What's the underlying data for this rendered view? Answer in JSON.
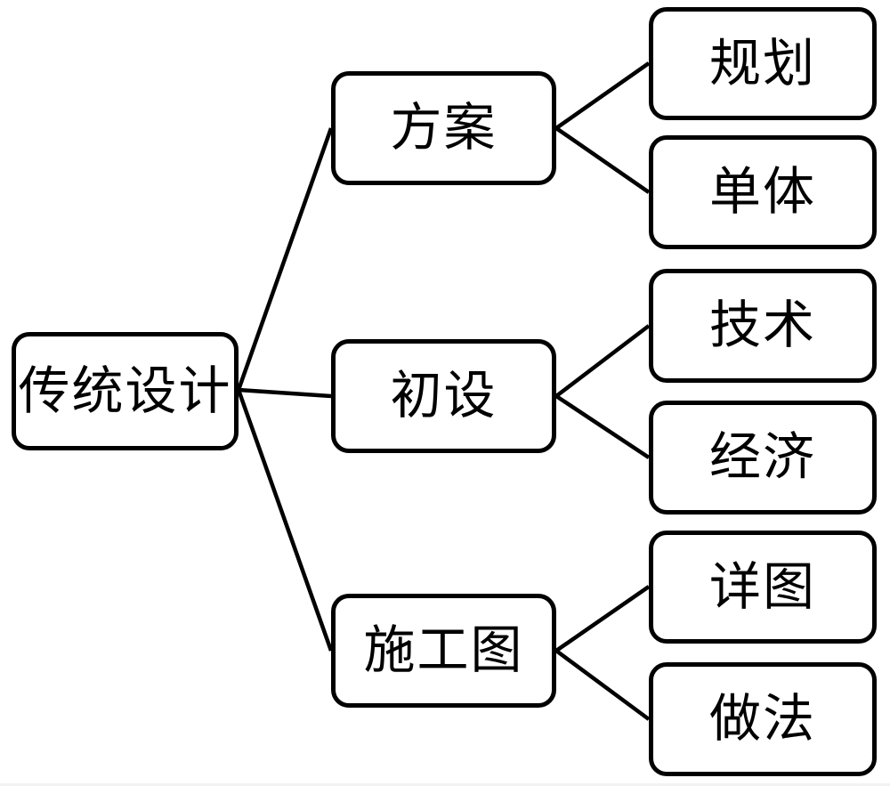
{
  "diagram": {
    "title": "traditional design workflow tree",
    "colors": {
      "background": "#ffffff",
      "line": "#000000",
      "node_border": "#000000",
      "node_fill": "#ffffff",
      "text": "#000000"
    },
    "nodes": [
      {
        "id": "traditional-design",
        "label": "传统设计",
        "level": 1
      },
      {
        "id": "scheme",
        "label": "方案",
        "level": 2
      },
      {
        "id": "preliminary-design",
        "label": "初设",
        "level": 2
      },
      {
        "id": "construction-drawing",
        "label": "施工图",
        "level": 2
      },
      {
        "id": "planning",
        "label": "规划",
        "level": 3
      },
      {
        "id": "single-building",
        "label": "单体",
        "level": 3
      },
      {
        "id": "technical",
        "label": "技术",
        "level": 3
      },
      {
        "id": "economic",
        "label": "经济",
        "level": 3
      },
      {
        "id": "detail-drawing",
        "label": "详图",
        "level": 3
      },
      {
        "id": "method",
        "label": "做法",
        "level": 3
      }
    ],
    "edges": [
      {
        "from": "传统设计",
        "to": "方案"
      },
      {
        "from": "传统设计",
        "to": "初设"
      },
      {
        "from": "传统设计",
        "to": "施工图"
      },
      {
        "from": "方案",
        "to": "规划"
      },
      {
        "from": "方案",
        "to": "单体"
      },
      {
        "from": "初设",
        "to": "技术"
      },
      {
        "from": "初设",
        "to": "经济"
      },
      {
        "from": "施工图",
        "to": "详图"
      },
      {
        "from": "施工图",
        "to": "做法"
      }
    ]
  }
}
